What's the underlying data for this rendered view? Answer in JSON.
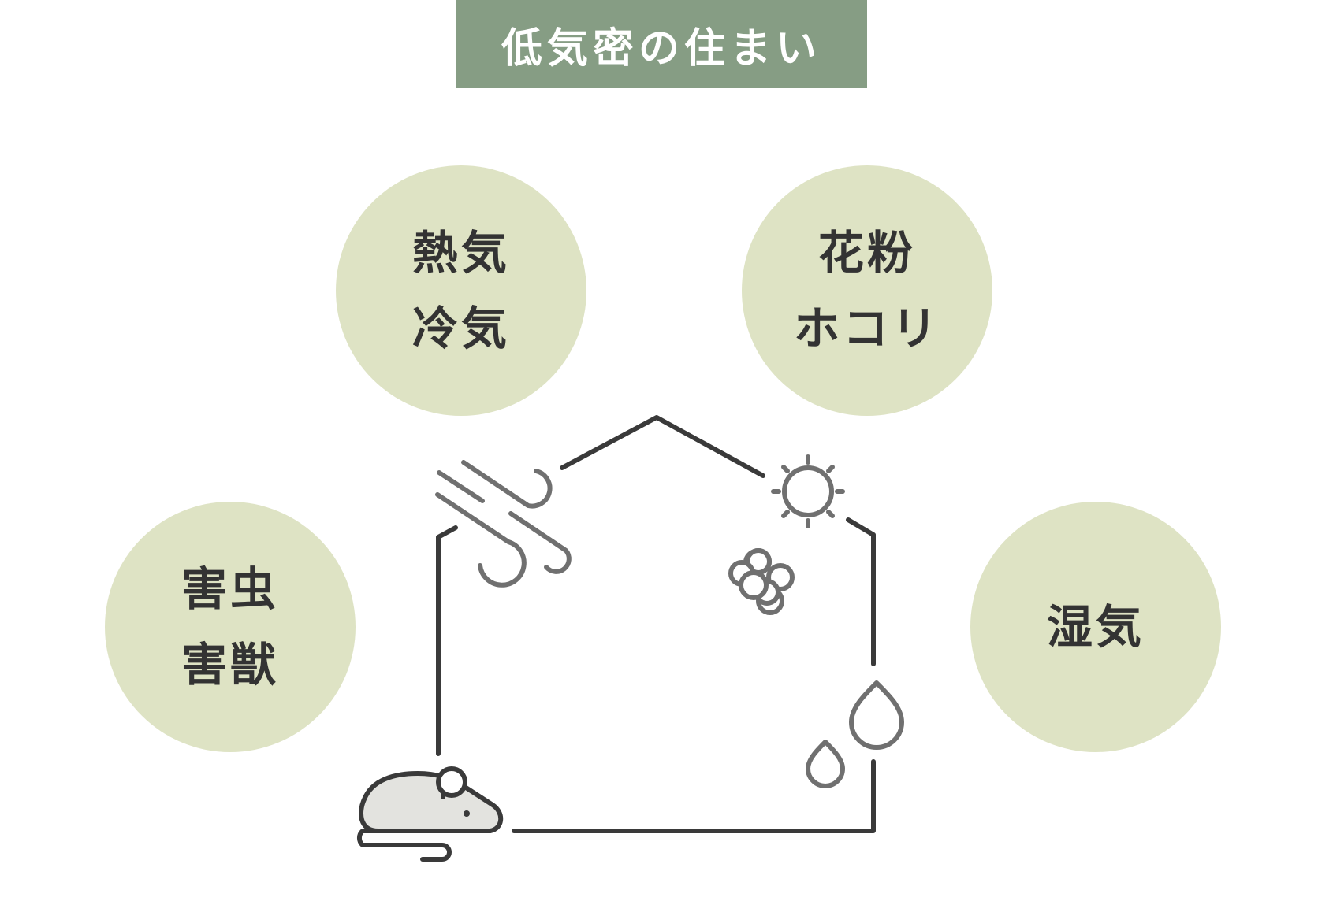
{
  "title": "低気密の住まい",
  "circles": {
    "heat": {
      "lines": [
        "熱気",
        "冷気"
      ]
    },
    "pollen": {
      "lines": [
        "花粉",
        "ホコリ"
      ]
    },
    "pests": {
      "lines": [
        "害虫",
        "害獣"
      ]
    },
    "humidity": {
      "lines": [
        "湿気"
      ]
    }
  },
  "icons": [
    "wind-icon",
    "sun-icon",
    "flower-icon",
    "water-drop-icon",
    "mouse-icon"
  ],
  "colors": {
    "banner": "#869d84",
    "circle": "#dee3c4",
    "house_line": "#3a3a3a",
    "icon_line": "#707070",
    "mouse_body": "#e3e3df",
    "text": "#333333"
  }
}
